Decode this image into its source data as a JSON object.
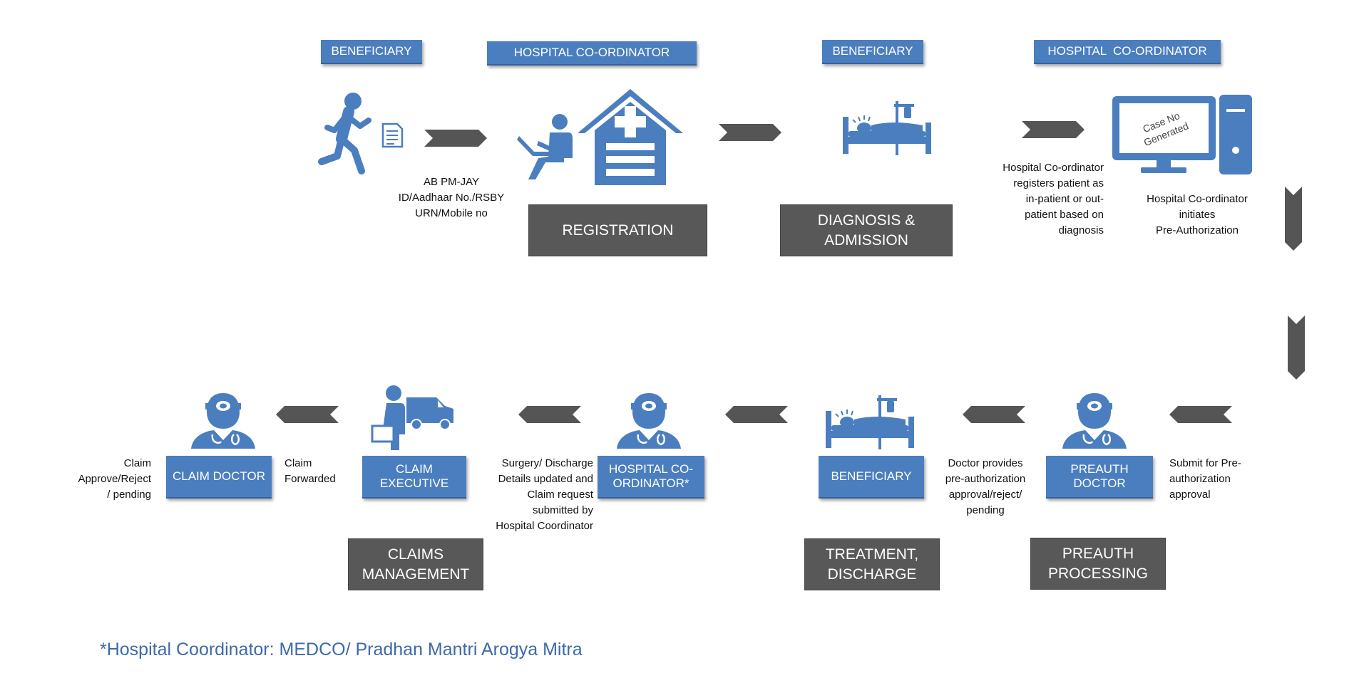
{
  "colors": {
    "role_blue": "#4a7ebf",
    "stage_grey": "#585858",
    "arrow_grey": "#555555",
    "footnote_blue": "#3d6aa8"
  },
  "roles": {
    "beneficiary_1": "BENEFICIARY",
    "hospital_coordinator_1": "HOSPITAL CO-ORDINATOR",
    "beneficiary_2": "BENEFICIARY",
    "hospital_coordinator_2": "HOSPITAL  CO-ORDINATOR",
    "claim_doctor": "CLAIM DOCTOR",
    "claim_executive": "CLAIM EXECUTIVE",
    "hospital_coordinator_star": "HOSPITAL  CO-ORDINATOR*",
    "beneficiary_3": "BENEFICIARY",
    "preauth_doctor": "PREAUTH DOCTOR"
  },
  "stages": {
    "registration": "REGISTRATION",
    "diagnosis_admission": "DIAGNOSIS &\nADMISSION",
    "claims_management": "CLAIMS\nMANAGEMENT",
    "treatment_discharge": "TREATMENT,\nDISCHARGE",
    "preauth_processing": "PREAUTH\nPROCESSING"
  },
  "notes": {
    "id_details": "AB PM-JAY\nID/Aadhaar No./RSBY\nURN/Mobile no",
    "registers_patient": "Hospital Co-ordinator\nregisters patient as\nin-patient or out-\npatient based on\ndiagnosis",
    "initiates_preauth": "Hospital Co-ordinator\ninitiates\nPre-Authorization",
    "claim_decision": "Claim\nApprove/Reject\n/ pending",
    "claim_forwarded": "Claim\nForwarded",
    "surgery_discharge": "Surgery/ Discharge\nDetails updated and\nClaim request\nsubmitted by\nHospital Coordinator",
    "doctor_provides": "Doctor provides\npre-authorization\napproval/reject/\npending",
    "submit_preauth": "Submit for Pre-\nauthorization\napproval"
  },
  "monitor_text": "Case No\nGenerated",
  "footnote": "*Hospital Coordinator: MEDCO/ Pradhan Mantri Arogya Mitra",
  "icons": [
    "running-person-icon",
    "document-icon",
    "person-laptop-icon",
    "hospital-icon",
    "patient-bed-icon",
    "computer-icon",
    "doctor-icon",
    "person-van-icon"
  ]
}
